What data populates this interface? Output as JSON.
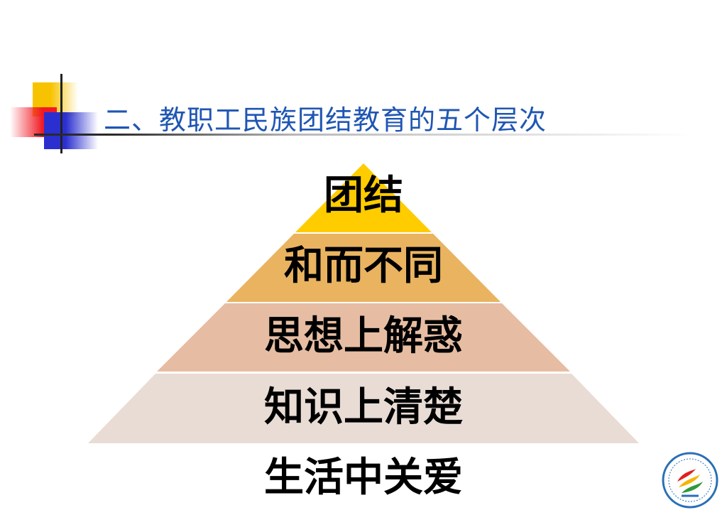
{
  "slide": {
    "title": "二、教职工民族团结教育的五个层次"
  },
  "pyramid": {
    "levels": [
      {
        "label": "团结",
        "color": "#ffcc00"
      },
      {
        "label": "和而不同",
        "color": "#e9b360"
      },
      {
        "label": "思想上解惑",
        "color": "#e6bda3"
      },
      {
        "label": "知识上清楚",
        "color": "#e8dcd5"
      },
      {
        "label": "生活中关爱",
        "color": "#ffffff"
      }
    ]
  },
  "logo": {
    "icon": "school-emblem-icon"
  }
}
